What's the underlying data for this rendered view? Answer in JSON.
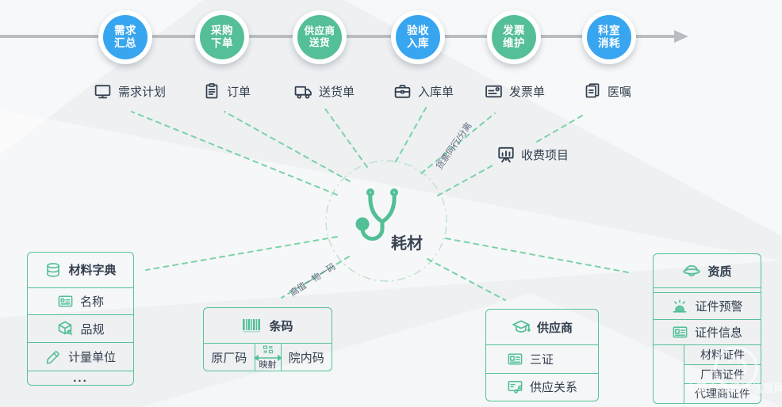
{
  "colors": {
    "green": "#52bf96",
    "blue": "#38a5f0",
    "border_green": "#56c298",
    "dash_green": "#7bd2a8",
    "line_gray": "#b9bdc2",
    "text_dark": "#333f4f"
  },
  "process": {
    "steps": [
      {
        "label": "需求汇总",
        "line1": "需求",
        "line2": "汇总",
        "color": "blue",
        "doc_label": "需求计划",
        "doc_icon": "monitor-icon",
        "doc_color": "blue"
      },
      {
        "label": "采购下单",
        "line1": "采购",
        "line2": "下单",
        "color": "green",
        "doc_label": "订单",
        "doc_icon": "clipboard-icon",
        "doc_color": "green"
      },
      {
        "label": "供应商送货",
        "line1": "供应商",
        "line2": "送货",
        "color": "green",
        "doc_label": "送货单",
        "doc_icon": "truck-icon",
        "doc_color": "green"
      },
      {
        "label": "验收入库",
        "line1": "验收",
        "line2": "入库",
        "color": "blue",
        "doc_label": "入库单",
        "doc_icon": "briefcase-icon",
        "doc_color": "blue"
      },
      {
        "label": "发票维护",
        "line1": "发票",
        "line2": "维护",
        "color": "green",
        "doc_label": "发票单",
        "doc_icon": "invoice-icon",
        "doc_color": "green"
      },
      {
        "label": "科室消耗",
        "line1": "科室",
        "line2": "消耗",
        "color": "blue",
        "doc_label": "医嘱",
        "doc_icon": "documents-icon",
        "doc_color": "blue"
      }
    ]
  },
  "center": {
    "label": "耗材",
    "icon": "stethoscope-icon"
  },
  "annotations": {
    "invoice_mode": "货票同行/分离",
    "high_value": "高值一物一码",
    "charge_item": "收费项目"
  },
  "boxes": {
    "material_dict": {
      "title": "材料字典",
      "icon": "database-icon",
      "rows": [
        {
          "label": "名称",
          "icon": "card-icon"
        },
        {
          "label": "品规",
          "icon": "box-icon"
        },
        {
          "label": "计量单位",
          "icon": "pen-icon"
        },
        {
          "label": "..."
        }
      ]
    },
    "barcode": {
      "title": "条码",
      "icon": "barcode-icon",
      "left": "原厂码",
      "middle": "映射",
      "right": "院内码"
    },
    "supplier": {
      "title": "供应商",
      "icon": "graduation-cap-icon",
      "rows": [
        {
          "label": "三证",
          "icon": "id-card-icon"
        },
        {
          "label": "供应关系",
          "icon": "link-card-icon"
        }
      ]
    },
    "qualification": {
      "title": "资质",
      "icon": "officer-cap-icon",
      "rows": [
        {
          "label": "证件预警",
          "icon": "siren-icon"
        },
        {
          "label": "证件信息",
          "icon": "id-card-icon"
        }
      ],
      "sub_rows": [
        {
          "label": "材料证件"
        },
        {
          "label": "厂商证件"
        },
        {
          "label": "代理商证件"
        }
      ]
    }
  },
  "watermark": {
    "line1": "中国产业经济信息网",
    "line2": "o r g . c n"
  }
}
